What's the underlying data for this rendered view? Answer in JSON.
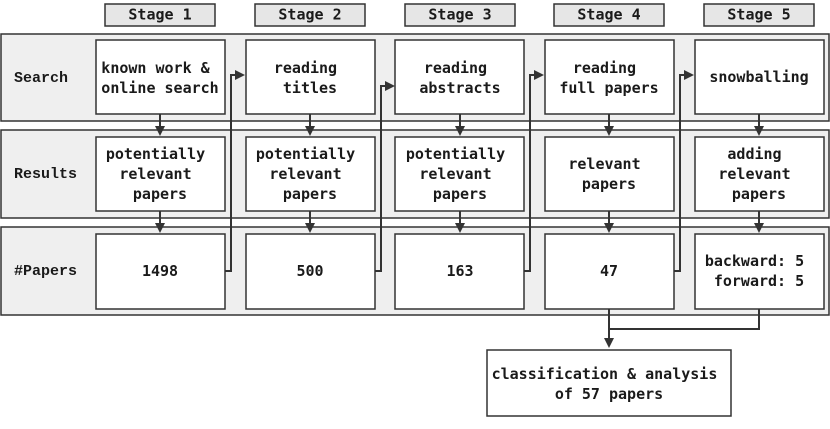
{
  "stages": [
    "Stage 1",
    "Stage 2",
    "Stage 3",
    "Stage 4",
    "Stage 5"
  ],
  "rows": {
    "search": {
      "label": "Search",
      "cells": [
        [
          "known work &",
          "online search"
        ],
        [
          "reading",
          "titles"
        ],
        [
          "reading",
          "abstracts"
        ],
        [
          "reading",
          "full papers"
        ],
        [
          "snowballing"
        ]
      ]
    },
    "results": {
      "label": "Results",
      "cells": [
        [
          "potentially",
          "relevant",
          "papers"
        ],
        [
          "potentially",
          "relevant",
          "papers"
        ],
        [
          "potentially",
          "relevant",
          "papers"
        ],
        [
          "relevant",
          "papers"
        ],
        [
          "adding",
          "relevant",
          "papers"
        ]
      ]
    },
    "papers": {
      "label": "#Papers",
      "cells": [
        [
          "1498"
        ],
        [
          "500"
        ],
        [
          "163"
        ],
        [
          "47"
        ],
        [
          "backward: 5",
          "forward: 5"
        ]
      ]
    }
  },
  "final": [
    "classification & analysis",
    "of 57 papers"
  ],
  "colors": {
    "band": "#efefef",
    "stroke": "#333333",
    "box": "#ffffff",
    "text": "#1a1a1a"
  }
}
